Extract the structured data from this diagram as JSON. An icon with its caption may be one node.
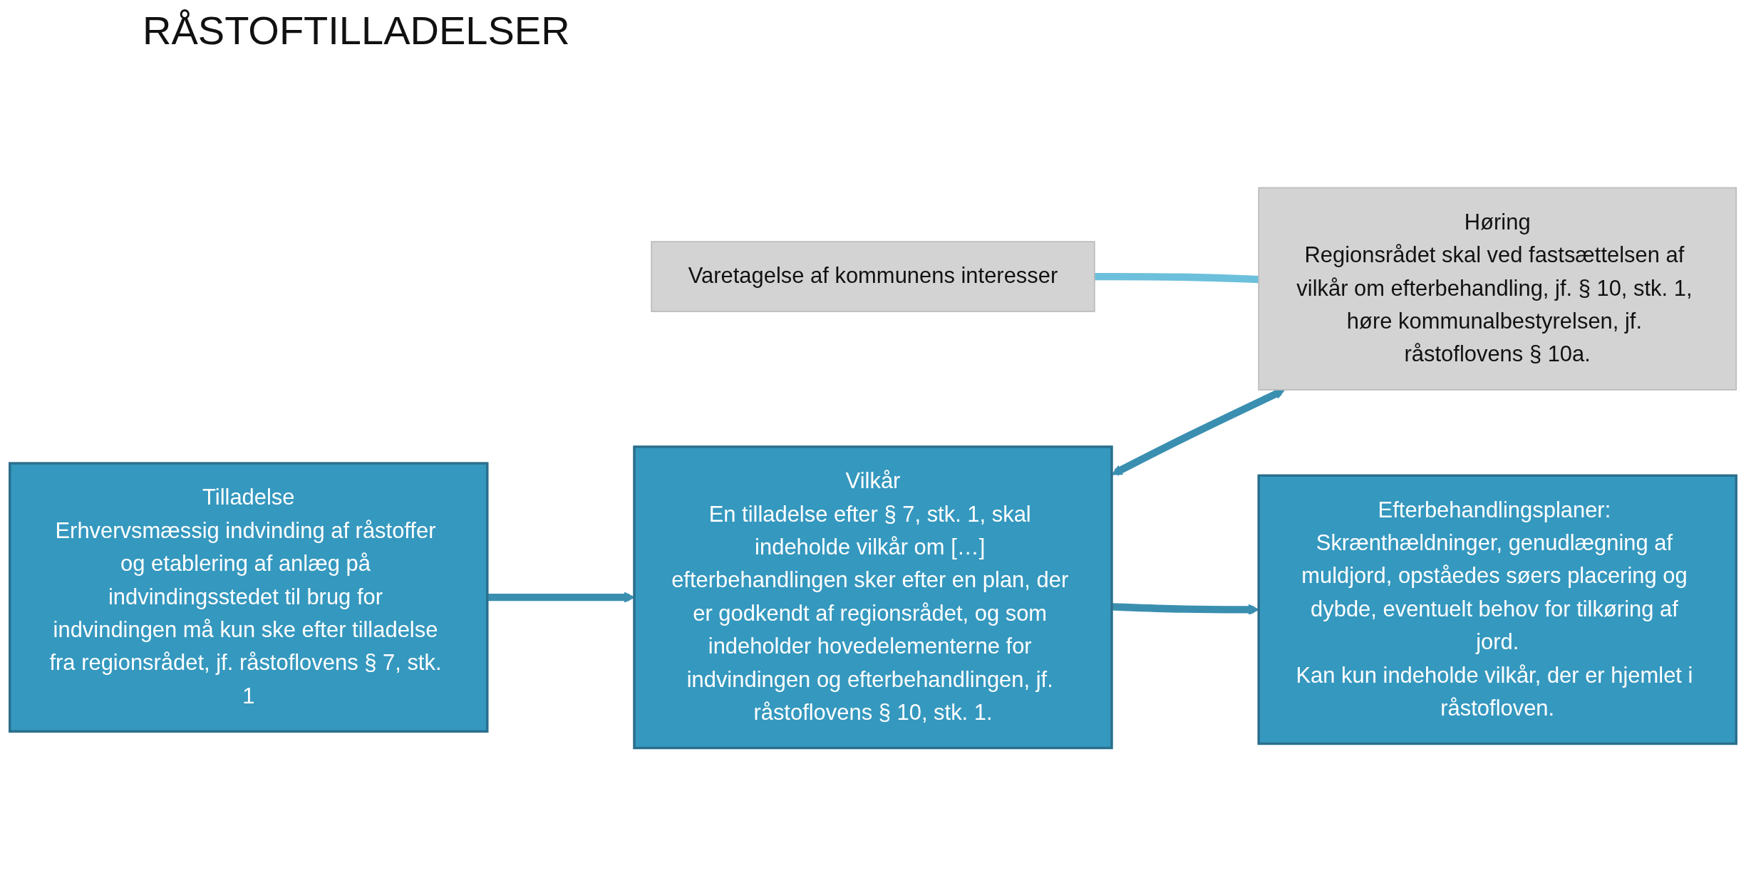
{
  "diagram": {
    "title": "RÅSTOFTILLADELSER",
    "nodes": [
      {
        "text": [
          "Tilladelse",
          "Erhvervsmæssig indvinding af råstoffer og etablering af anlæg på indvindingsstedet til brug for indvindingen må kun ske efter tilladelse fra regionsrådet, jf. råstoflovens § 7, stk. 1"
        ]
      },
      {
        "text": [
          "Vilkår",
          "En tilladelse efter § 7, stk. 1, skal indeholde vilkår om […] efterbehandlingen sker efter en plan, der er godkendt af regionsrådet, og som indeholder hovedelementerne for indvindingen og efterbehandlingen, jf. råstoflovens § 10, stk. 1."
        ]
      },
      {
        "text": [
          "Varetagelse af kommunens interesser"
        ]
      },
      {
        "text": [
          "Høring",
          "Regionsrådet skal ved fastsættelsen af vilkår om efterbehandling, jf. § 10, stk. 1, høre kommunalbestyrelsen, jf. råstoflovens § 10a."
        ]
      },
      {
        "text": [
          "Efterbehandlingsplaner: Skrænthældninger, genudlægning af muldjord, opståedes søers placering og dybde, eventuelt behov for tilkøring af jord.",
          "Kan kun indeholde vilkår, der er hjemlet i råstofloven."
        ]
      }
    ],
    "edges": [
      {
        "from": 0,
        "to": 1,
        "arrow": "to"
      },
      {
        "from": 1,
        "to": 3,
        "arrow": "both"
      },
      {
        "from": 2,
        "to": 3,
        "arrow": "none",
        "color": "#6cc0dc"
      },
      {
        "from": 1,
        "to": 4,
        "arrow": "to"
      }
    ]
  }
}
